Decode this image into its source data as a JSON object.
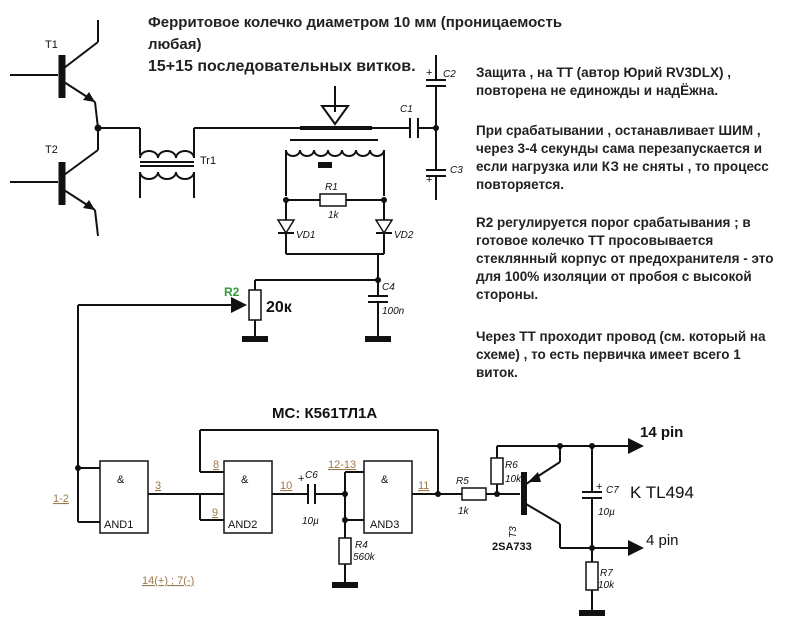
{
  "title": {
    "line1": "Ферритовое колечко диаметром 10 мм (проницаемость",
    "line2": "любая)",
    "line3": "15+15 последовательных витков."
  },
  "notes": {
    "p1_line1": "Защита , на ТТ (автор Юрий RV3DLX) ,",
    "p1_line2": "повторена не единожды и надЁжна.",
    "p2_line1": "При срабатывании , останавливает ШИМ ,",
    "p2_line2": "через 3-4 секунды сама перезапускается и",
    "p2_line3": "если нагрузка или КЗ не сняты , то процесс",
    "p2_line4": "повторяется.",
    "p3_line1": "R2 регулируется порог срабатывания ; в",
    "p3_line2": "готовое колечко ТТ просовывается",
    "p3_line3": "стеклянный корпус от предохранителя - это",
    "p3_line4": "для 100% изоляции от пробоя с высокой",
    "p3_line5": "стороны.",
    "p4_line1": "Через ТТ проходит провод (см. который на",
    "p4_line2": "схеме) , то есть первичка имеет всего 1",
    "p4_line3": "виток."
  },
  "labels": {
    "t1": "T1",
    "t2": "T2",
    "tr1": "Tr1",
    "c1": "C1",
    "c2": "C2",
    "c3": "C3",
    "c4": "C4",
    "c4_val": "100n",
    "r1": "R1",
    "r1_val": "1k",
    "vd1": "VD1",
    "vd2": "VD2",
    "r2": "R2",
    "r2_val": "20к",
    "mc": "МС:  К561ТЛ1А",
    "and1": "AND1",
    "and2": "AND2",
    "and3": "AND3",
    "amp": "&",
    "c6": "C6",
    "c6_val": "10µ",
    "r4": "R4",
    "r4_val": "560k",
    "r5": "R5",
    "r5_val": "1k",
    "r6": "R6",
    "r6_val": "10k",
    "c7": "C7",
    "c7_val": "10µ",
    "r7": "R7",
    "r7_val": "10k",
    "t3": "T3",
    "t3_val": "2SA733",
    "pin14": "14 pin",
    "pin4": "4 pin",
    "ktl": "K TL494",
    "pin_1_2": "1-2",
    "pin_3": "3",
    "pin_8": "8",
    "pin_9": "9",
    "pin_10": "10",
    "pin_12_13": "12-13",
    "pin_11": "11",
    "power_pins": "14(+) ; 7(-)"
  },
  "colors": {
    "wire": "#111111",
    "pin_label": "#9a7a4a",
    "r2_label": "#2e9b3a"
  }
}
